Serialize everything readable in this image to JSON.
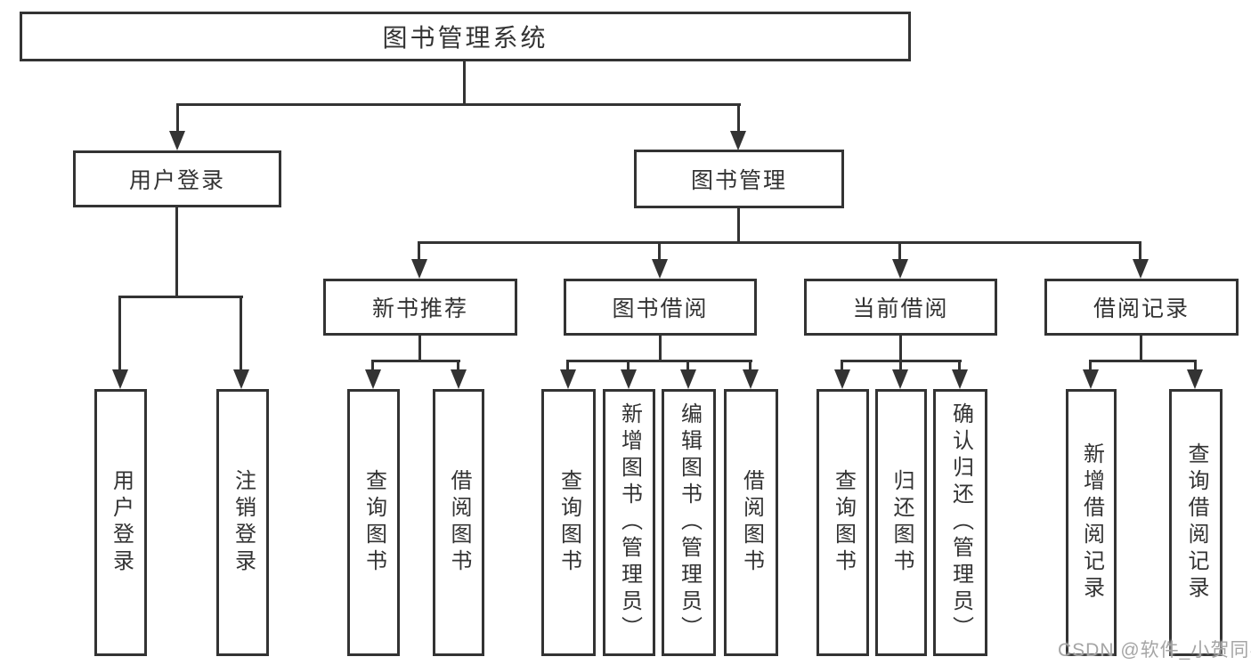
{
  "colors": {
    "line": "#333333",
    "box-border": "#333333",
    "text": "#333333",
    "watermark": "#a5a5a5",
    "background": "#ffffff"
  },
  "watermark": {
    "text": "CSDN @软件_小贺同学"
  },
  "tree": {
    "root": {
      "label": "图书管理系统"
    },
    "level2": [
      {
        "label": "用户登录",
        "children": [
          {
            "label": "用户登录"
          },
          {
            "label": "注销登录"
          }
        ]
      },
      {
        "label": "图书管理",
        "children": [
          {
            "label": "新书推荐",
            "children": [
              {
                "label": "查询图书"
              },
              {
                "label": "借阅图书"
              }
            ]
          },
          {
            "label": "图书借阅",
            "children": [
              {
                "label": "查询图书"
              },
              {
                "label": "新增图书（管理员）"
              },
              {
                "label": "编辑图书（管理员）"
              },
              {
                "label": "借阅图书"
              }
            ]
          },
          {
            "label": "当前借阅",
            "children": [
              {
                "label": "查询图书"
              },
              {
                "label": "归还图书"
              },
              {
                "label": "确认归还（管理员）"
              }
            ]
          },
          {
            "label": "借阅记录",
            "children": [
              {
                "label": "新增借阅记录"
              },
              {
                "label": "查询借阅记录"
              }
            ]
          }
        ]
      }
    ]
  }
}
